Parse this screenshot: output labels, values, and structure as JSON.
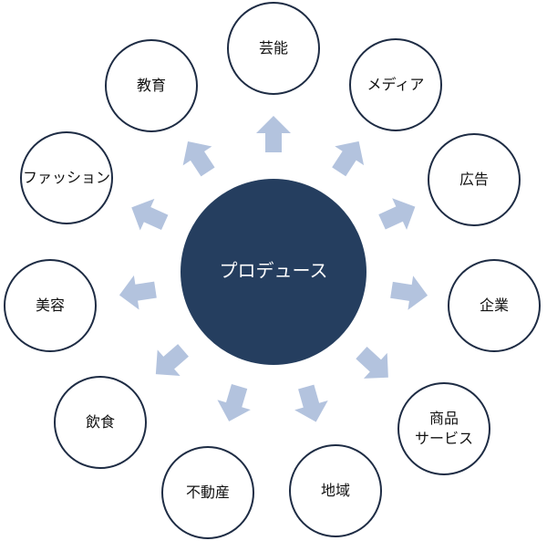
{
  "center": {
    "label": "プロデュース"
  },
  "nodes": [
    {
      "id": "geino",
      "label": "芸能"
    },
    {
      "id": "media",
      "label": "メディア"
    },
    {
      "id": "kokoku",
      "label": "広告"
    },
    {
      "id": "kigyo",
      "label": "企業"
    },
    {
      "id": "shohin",
      "label": "商品\nサービス"
    },
    {
      "id": "chiiki",
      "label": "地域"
    },
    {
      "id": "fudosan",
      "label": "不動産"
    },
    {
      "id": "inshoku",
      "label": "飲食"
    },
    {
      "id": "biyo",
      "label": "美容"
    },
    {
      "id": "fashion",
      "label": "ファッション"
    },
    {
      "id": "kyoiku",
      "label": "教育"
    }
  ],
  "colors": {
    "center_fill": "#253e5f",
    "node_stroke": "#1e2c44",
    "arrow_fill": "#b3c3de"
  }
}
